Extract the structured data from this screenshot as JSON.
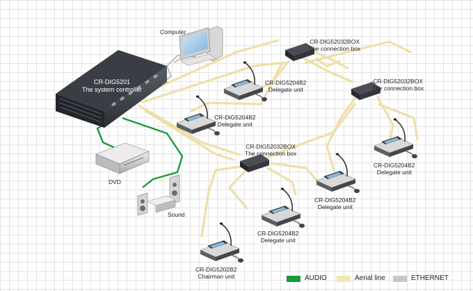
{
  "labels": {
    "computer": "Computer",
    "controller_model": "CR-DIG5201",
    "controller_desc": "The system controller",
    "dvd": "DVD",
    "sound": "Sound",
    "box1_model": "CR-DIG52032BOX",
    "box1_desc": "The connection box",
    "box2_model": "CR-DIG52032BOX",
    "box2_desc": "The connection box",
    "box3_model": "CR-DIG52032BOX",
    "box3_desc": "The connection box",
    "unit1_model": "CR-DIG5204B2",
    "unit1_desc": "Delegate unit",
    "unit2_model": "CR-DIG5204B2",
    "unit2_desc": "Delegate unit",
    "unit3_model": "CR-DIG5204B2",
    "unit3_desc": "Delegate unit",
    "unit4_model": "CR-DIG5204B2",
    "unit4_desc": "Delegate unit",
    "unit5_model": "CR-DIG5204B2",
    "unit5_desc": "Delegate unit",
    "chair_model": "CR-DIG5202B2",
    "chair_desc": "Chairman unit"
  },
  "legend": {
    "audio": "AUDIO",
    "aerial": "Aerial line",
    "ethernet": "ETHERNET"
  },
  "colors": {
    "audio": "#1a9a3c",
    "aerial": "#f3e7b4",
    "ethernet": "#c8c8c8"
  }
}
